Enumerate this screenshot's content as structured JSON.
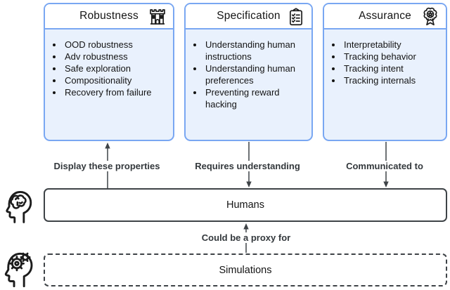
{
  "figure": {
    "cards": [
      {
        "title": "Robustness",
        "icon": "castle-icon",
        "items": [
          "OOD robustness",
          "Adv robustness",
          "Safe exploration",
          "Compositionality",
          "Recovery from failure"
        ]
      },
      {
        "title": "Specification",
        "icon": "checklist-clipboard-icon",
        "items": [
          "Understanding human instructions",
          "Understanding human preferences",
          "Preventing reward hacking"
        ]
      },
      {
        "title": "Assurance",
        "icon": "award-ribbon-icon",
        "items": [
          "Interpretability",
          "Tracking behavior",
          "Tracking intent",
          "Tracking internals"
        ]
      }
    ],
    "arrows": [
      {
        "id": "display",
        "label": "Display these properties",
        "direction": "up",
        "from": "Humans",
        "to": "Robustness"
      },
      {
        "id": "requires",
        "label": "Requires understanding",
        "direction": "down",
        "from": "Specification",
        "to": "Humans"
      },
      {
        "id": "communicated",
        "label": "Communicated to",
        "direction": "down",
        "from": "Assurance",
        "to": "Humans"
      },
      {
        "id": "proxy",
        "label": "Could be a proxy for",
        "direction": "up",
        "from": "Simulations",
        "to": "Humans"
      }
    ],
    "nodes": {
      "humans": "Humans",
      "simulations": "Simulations"
    },
    "side_icons": {
      "humans": "head-brain-icon",
      "simulations": "head-gears-icon"
    },
    "colors": {
      "card_border": "#79a7f2",
      "card_body": "#e9f1fd",
      "card_header": "#ffffff",
      "arrow": "#3e4347",
      "ink": "#141414",
      "label_ink": "#33383c"
    }
  }
}
